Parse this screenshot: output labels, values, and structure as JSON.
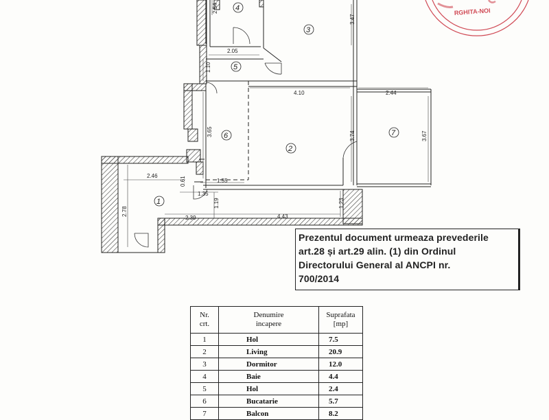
{
  "plan": {
    "dims": {
      "d254": "2.54",
      "d347": "3.47",
      "d205": "2.05",
      "d110": "1.10",
      "d410": "4.10",
      "d244": "2.44",
      "d365": "3.65",
      "d374": "3.74",
      "d367": "3.67",
      "d246": "2.46",
      "d061": "0.61",
      "d155": "1.55",
      "d135": "1.35",
      "d278": "2.78",
      "d119": "1.19",
      "d123": "1.23",
      "d239": "2.39",
      "d443": "4.43"
    },
    "room_numbers": [
      "1",
      "2",
      "3",
      "4",
      "5",
      "6",
      "7"
    ]
  },
  "stamp": {
    "text": "RGHITA-NOI"
  },
  "notice": {
    "line1": "Prezentul document urmeaza prevederile",
    "line2": "art.28 și art.29 alin. (1) din Ordinul",
    "line3": "Directorului General al ANCPI nr.",
    "line4": "700/2014"
  },
  "table": {
    "headers": {
      "nr_line1": "Nr.",
      "nr_line2": "crt.",
      "name_line1": "Denumire",
      "name_line2": "incapere",
      "area_line1": "Suprafata",
      "area_line2": "[mp]"
    },
    "rows": [
      {
        "nr": "1",
        "name": "Hol",
        "area": "7.5"
      },
      {
        "nr": "2",
        "name": "Living",
        "area": "20.9"
      },
      {
        "nr": "3",
        "name": "Dormitor",
        "area": "12.0"
      },
      {
        "nr": "4",
        "name": "Baie",
        "area": "4.4"
      },
      {
        "nr": "5",
        "name": "Hol",
        "area": "2.4"
      },
      {
        "nr": "6",
        "name": "Bucatarie",
        "area": "5.7"
      },
      {
        "nr": "7",
        "name": "Balcon",
        "area": "8.2"
      }
    ]
  }
}
